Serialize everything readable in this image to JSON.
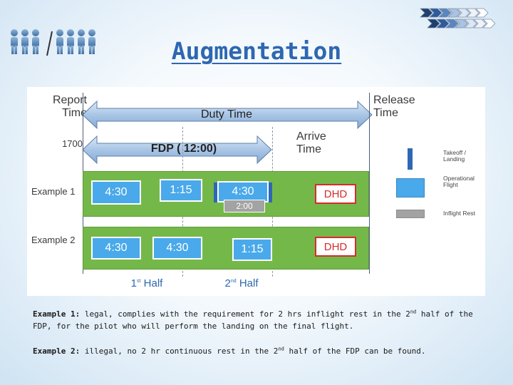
{
  "title": "Augmentation",
  "diagram": {
    "report_time": "Report Time",
    "release_time": "Release Time",
    "duty_time": "Duty Time",
    "time_start": "1700",
    "fdp": "FDP ( 12:00)",
    "arrive_time": "Arrive Time",
    "example1_label": "Example 1",
    "example2_label": "Example 2",
    "ex1": {
      "b1": "4:30",
      "b2": "1:15",
      "b3": "4:30",
      "rest": "2:00",
      "dhd": "DHD"
    },
    "ex2": {
      "b1": "4:30",
      "b2": "4:30",
      "b3": "1:15",
      "dhd": "DHD"
    },
    "first_half_num": "1",
    "first_half_sup": "st",
    "first_half_word": "Half",
    "second_half_num": "2",
    "second_half_sup": "nd",
    "second_half_word": "Half"
  },
  "legend": {
    "takeoff_landing": "Takeoff / Landing",
    "operational_flight": "Operational Flight",
    "inflight_rest": "Inflight Rest"
  },
  "notes": {
    "ex1_label": "Example 1:",
    "ex1_part1": " legal, complies with the requirement for 2 hrs inflight rest in the 2",
    "ex1_sup": "nd",
    "ex1_part2": " half of the FDP, for the pilot who will perform the landing on the final flight.",
    "ex2_label": "Example 2:",
    "ex2_part1": " illegal, no 2 hr continuous rest in the 2",
    "ex2_sup": "nd",
    "ex2_part2": " half of the FDP can be found."
  },
  "colors": {
    "title": "#2e67b1",
    "band": "#75b84a",
    "block": "#49a9ea",
    "dhd": "#d62b2b",
    "rest": "#a3a3a3",
    "bar": "#2f67b6"
  }
}
